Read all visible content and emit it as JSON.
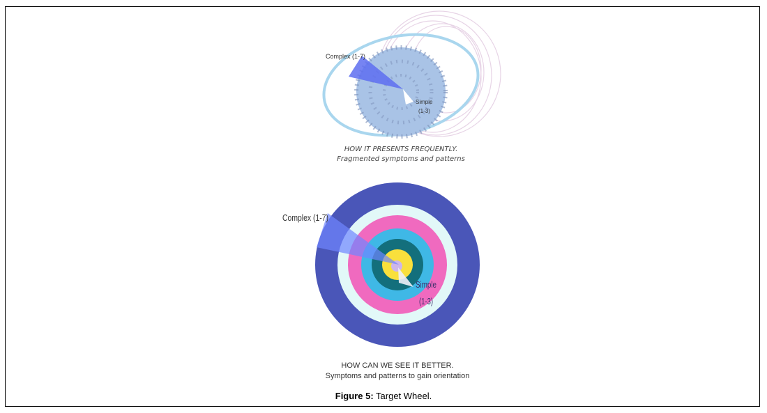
{
  "top_diagram": {
    "complex_label": "Complex (1-7)",
    "simple_label_line1": "Simple",
    "simple_label_line2": "(1-3)",
    "caption_line1": "HOW IT PRESENTS FREQUENTLY.",
    "caption_line2": "Fragmented symptoms and patterns"
  },
  "bottom_diagram": {
    "complex_label": "Complex (1-7)",
    "simple_label_line1": "Simple",
    "simple_label_line2": "(1-3)",
    "caption_line1": "HOW CAN WE SEE IT BETTER.",
    "caption_line2": "Symptoms and patterns to gain orientation",
    "ring_colors": [
      "#4a56b8",
      "#e2f8f8",
      "#f06abf",
      "#3fb8e6",
      "#136f7c",
      "#f9e03c",
      "#cdb6ea"
    ]
  },
  "figure_caption": {
    "label": "Figure 5:",
    "text": " Target Wheel."
  }
}
